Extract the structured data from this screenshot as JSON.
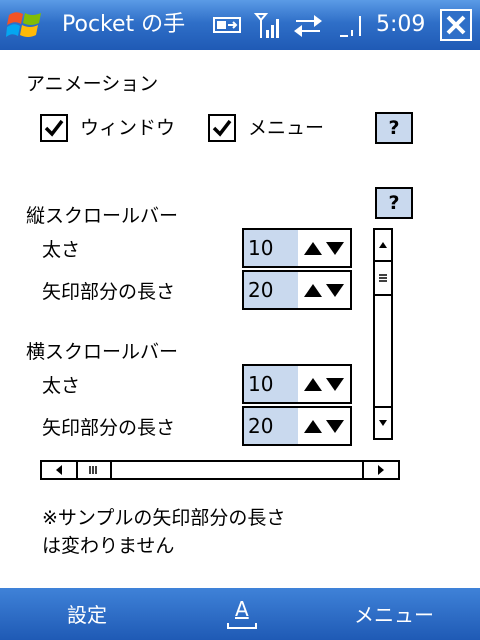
{
  "titlebar": {
    "title": "Pocket の手",
    "clock": "5:09"
  },
  "animation": {
    "heading": "アニメーション",
    "window_label": "ウィンドウ",
    "window_checked": true,
    "menu_label": "メニュー",
    "menu_checked": true,
    "help_label": "?"
  },
  "vscrollbar": {
    "heading": "縦スクロールバー",
    "help_label": "?",
    "width_label": "太さ",
    "width_value": "10",
    "arrow_label": "矢印部分の長さ",
    "arrow_value": "20"
  },
  "hscrollbar": {
    "heading": "横スクロールバー",
    "width_label": "太さ",
    "width_value": "10",
    "arrow_label": "矢印部分の長さ",
    "arrow_value": "20"
  },
  "note": {
    "line1": "※サンプルの矢印部分の長さ",
    "line2": "は変わりません"
  },
  "softkeys": {
    "left": "設定",
    "center": "A",
    "right": "メニュー"
  },
  "icons": [
    "windows-start-icon",
    "data-connection-icon",
    "signal-strength-icon",
    "sync-arrows-icon",
    "volume-icon",
    "close-icon",
    "checkmark-icon",
    "up-arrow-icon",
    "down-arrow-icon",
    "left-arrow-icon",
    "right-arrow-icon",
    "scroll-grip-icon",
    "input-panel-icon"
  ],
  "colors": {
    "titlebar": "#2f6fc8",
    "field": "#c9d9ee"
  }
}
